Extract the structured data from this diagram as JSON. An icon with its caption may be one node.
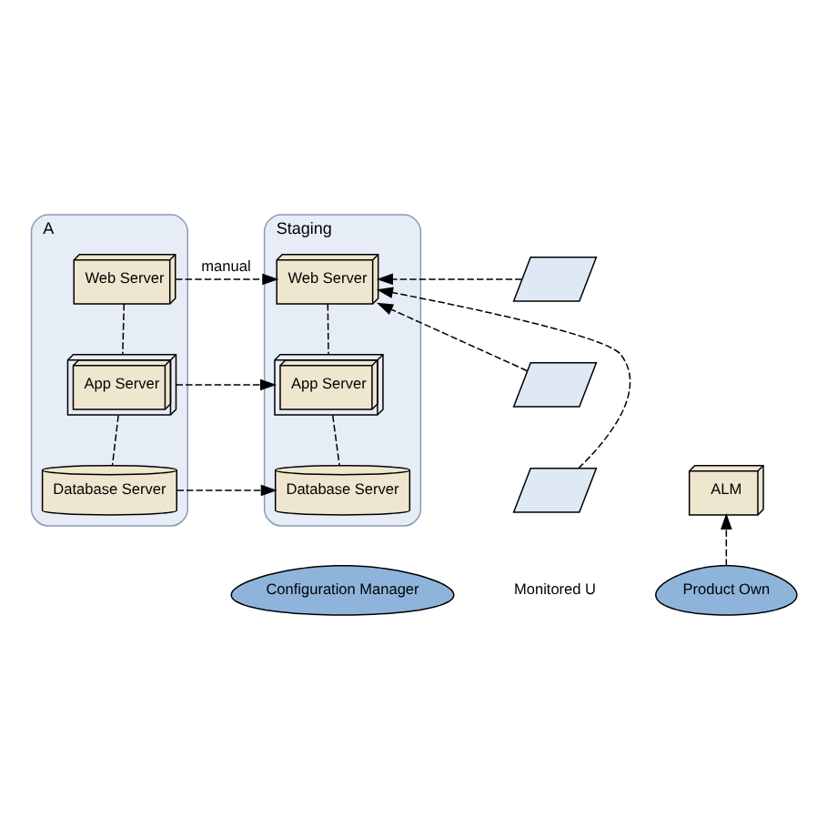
{
  "diagram": {
    "nodes": [
      {
        "text": [
          "A"
        ]
      },
      {
        "text": [
          "Web Server"
        ],
        "in": 0
      },
      {
        "text": [
          "App Server"
        ],
        "in": 0
      },
      {
        "text": [
          "Database Server"
        ],
        "in": 0
      },
      {
        "text": [
          "Staging"
        ]
      },
      {
        "text": [
          "Web Server"
        ],
        "in": 4
      },
      {
        "text": [
          "App Server"
        ],
        "in": 4
      },
      {
        "text": [
          "Database Server"
        ],
        "in": 4
      },
      {
        "text": [
          "Configuration Manager"
        ]
      },
      {
        "text": [],
        "shape": "laptop"
      },
      {
        "text": [],
        "shape": "laptop"
      },
      {
        "text": [],
        "shape": "laptop"
      },
      {
        "text": [
          "ALM"
        ]
      },
      {
        "text": [
          "Product Own"
        ]
      }
    ],
    "edges": [
      {
        "from": 1,
        "to": 5,
        "arrow": "to",
        "label": "manual",
        "style": "dashed"
      },
      {
        "from": 1,
        "to": 2,
        "arrow": "none",
        "style": "dashed"
      },
      {
        "from": 2,
        "to": 6,
        "arrow": "to",
        "style": "dashed"
      },
      {
        "from": 2,
        "to": 3,
        "arrow": "none",
        "style": "dashed"
      },
      {
        "from": 3,
        "to": 7,
        "arrow": "to",
        "style": "dashed"
      },
      {
        "from": 5,
        "to": 6,
        "arrow": "none",
        "style": "dashed"
      },
      {
        "from": 6,
        "to": 7,
        "arrow": "none",
        "style": "dashed"
      },
      {
        "from": 9,
        "to": 5,
        "arrow": "to",
        "style": "dashed"
      },
      {
        "from": 10,
        "to": 5,
        "arrow": "to",
        "style": "dashed"
      },
      {
        "from": 11,
        "to": 5,
        "arrow": "to",
        "style": "dashed"
      },
      {
        "from": 13,
        "to": 12,
        "arrow": "to",
        "style": "dashed"
      }
    ],
    "labels": [
      "Monitored U"
    ]
  }
}
